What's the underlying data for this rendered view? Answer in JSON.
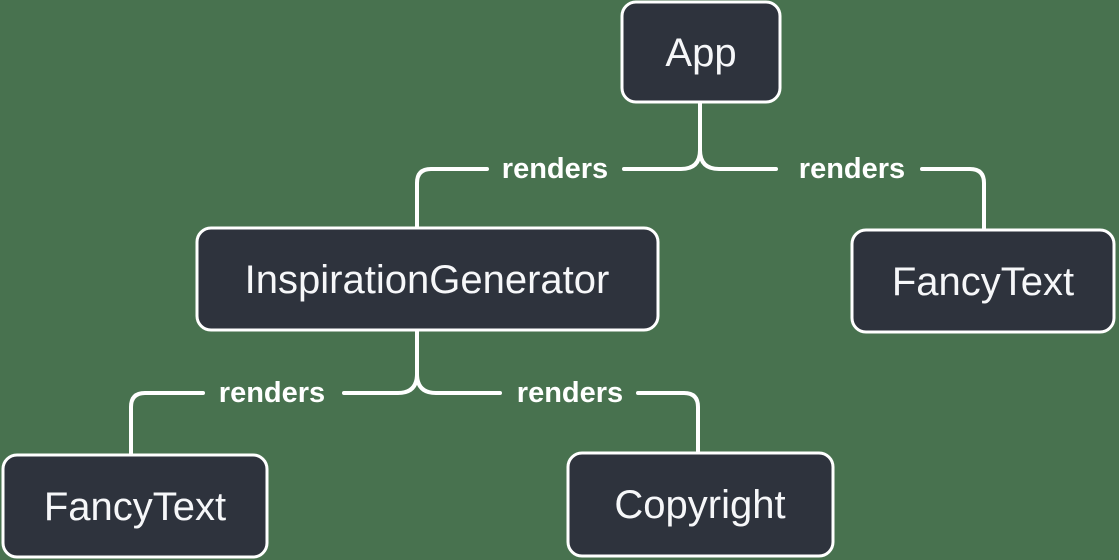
{
  "diagram": {
    "kind": "component-render-tree",
    "colors": {
      "background_color": "#48724F",
      "node_fill": "#2E333D",
      "node_border_color": "#FFFFFF",
      "line_color": "#FFFFFF",
      "node_text_color": "#F6F7F9",
      "edge_text_color": "#FFFFFF"
    },
    "nodes": [
      {
        "id": "app",
        "label": "App"
      },
      {
        "id": "inspiration-generator",
        "label": "InspirationGenerator"
      },
      {
        "id": "fancy-text-top-right",
        "label": "FancyText"
      },
      {
        "id": "fancy-text-bottom-left",
        "label": "FancyText"
      },
      {
        "id": "copyright",
        "label": "Copyright"
      }
    ],
    "edges": [
      {
        "from": "App",
        "to": "InspirationGenerator",
        "label": "renders"
      },
      {
        "from": "App",
        "to": "FancyText",
        "label": "renders"
      },
      {
        "from": "InspirationGenerator",
        "to": "FancyText",
        "label": "renders"
      },
      {
        "from": "InspirationGenerator",
        "to": "Copyright",
        "label": "renders"
      }
    ]
  }
}
